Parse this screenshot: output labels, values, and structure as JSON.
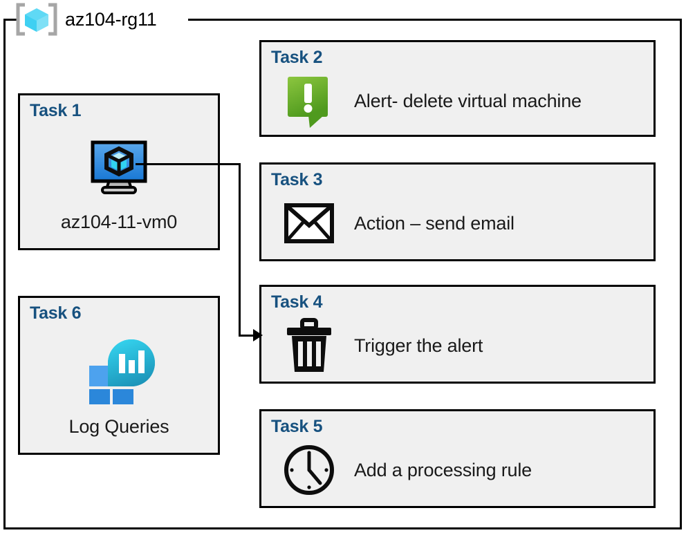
{
  "resource_group": {
    "name": "az104-rg11",
    "icon": "resource-group-cube-icon"
  },
  "colors": {
    "task_heading": "#17517F",
    "card_background": "#F0F0F0",
    "card_border": "#000000",
    "alert_green": "#76B043",
    "vm_blue": "#2E8BE0",
    "log_analytics_cyan": "#2BC9E8",
    "log_analytics_blue": "#2B87DA"
  },
  "cards": [
    {
      "id": "task-1",
      "title": "Task 1",
      "caption": "az104-11-vm0",
      "icon": "virtual-machine-icon",
      "layout": "vertical"
    },
    {
      "id": "task-6",
      "title": "Task 6",
      "caption": "Log Queries",
      "icon": "log-analytics-icon",
      "layout": "vertical"
    },
    {
      "id": "task-2",
      "title": "Task 2",
      "caption": "Alert- delete virtual machine",
      "icon": "alert-exclamation-bubble-icon",
      "layout": "horizontal"
    },
    {
      "id": "task-3",
      "title": "Task 3",
      "caption": "Action – send email",
      "icon": "envelope-icon",
      "layout": "horizontal"
    },
    {
      "id": "task-4",
      "title": "Task 4",
      "caption": "Trigger the alert",
      "icon": "trash-can-icon",
      "layout": "horizontal"
    },
    {
      "id": "task-5",
      "title": "Task 5",
      "caption": "Add a processing rule",
      "icon": "clock-icon",
      "layout": "horizontal"
    }
  ],
  "connector": {
    "from": "task-1",
    "to": "task-4",
    "style": "elbow-arrow"
  }
}
